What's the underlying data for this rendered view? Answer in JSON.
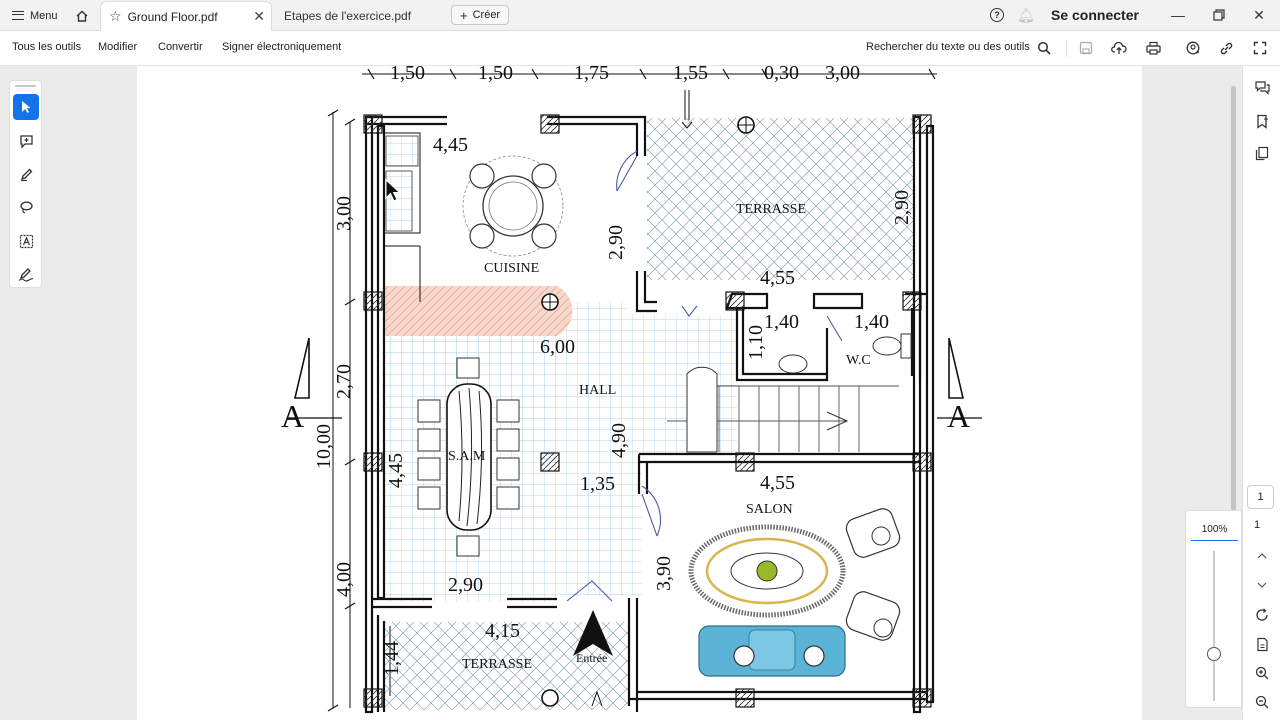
{
  "titlebar": {
    "menu_label": "Menu",
    "tabs": [
      {
        "label": "Ground Floor.pdf",
        "active": true
      },
      {
        "label": "Etapes de l'exercice.pdf",
        "active": false
      }
    ],
    "create_label": "Créer",
    "signin_label": "Se connecter"
  },
  "toolbar": {
    "items": [
      "Tous les outils",
      "Modifier",
      "Convertir",
      "Signer électroniquement"
    ],
    "search_label": "Rechercher du texte ou des outils"
  },
  "plan": {
    "top_dims": [
      "1,50",
      "1,50",
      "1,75",
      "1,55",
      "0,30",
      "3,00"
    ],
    "left_dims": [
      "3,00",
      "2,70",
      "10,00",
      "4,00",
      "1,44"
    ],
    "inner_dims": {
      "cuisine_width": "4,45",
      "cuisine_height": "2,90",
      "terrasse_height": "2,90",
      "terrasse_width": "4,55",
      "wc_left": "1,40",
      "wc_right": "1,40",
      "wc_height": "1,10",
      "hall_width": "6,00",
      "hall_height": "4,90",
      "sam_height": "4,45",
      "door_width": "1,35",
      "salon_width": "4,55",
      "salon_height": "3,90",
      "sam_width": "2,90",
      "terrasse_front_width": "4,15"
    },
    "rooms": {
      "cuisine": "CUISINE",
      "terrasse_back": "TERRASSE",
      "wc": "W.C",
      "hall": "HALL",
      "sam": "S.A.M",
      "salon": "SALON",
      "terrasse_front": "TERRASSE",
      "entree": "Entrée"
    },
    "section_marker": "A"
  },
  "viewer": {
    "page_current": "1",
    "page_total": "1",
    "zoom": "100%"
  },
  "colors": {
    "accent": "#1473e6",
    "rail_bg": "#ffffff",
    "workspace_bg": "#ebebeb",
    "terrace_pattern": "#7a9aa8",
    "grid_blue": "#9ec8e4",
    "kitchen_highlight": "#f2b9a6",
    "sofa_blue": "#5bb4d6",
    "rug_gold": "#d9b650"
  }
}
